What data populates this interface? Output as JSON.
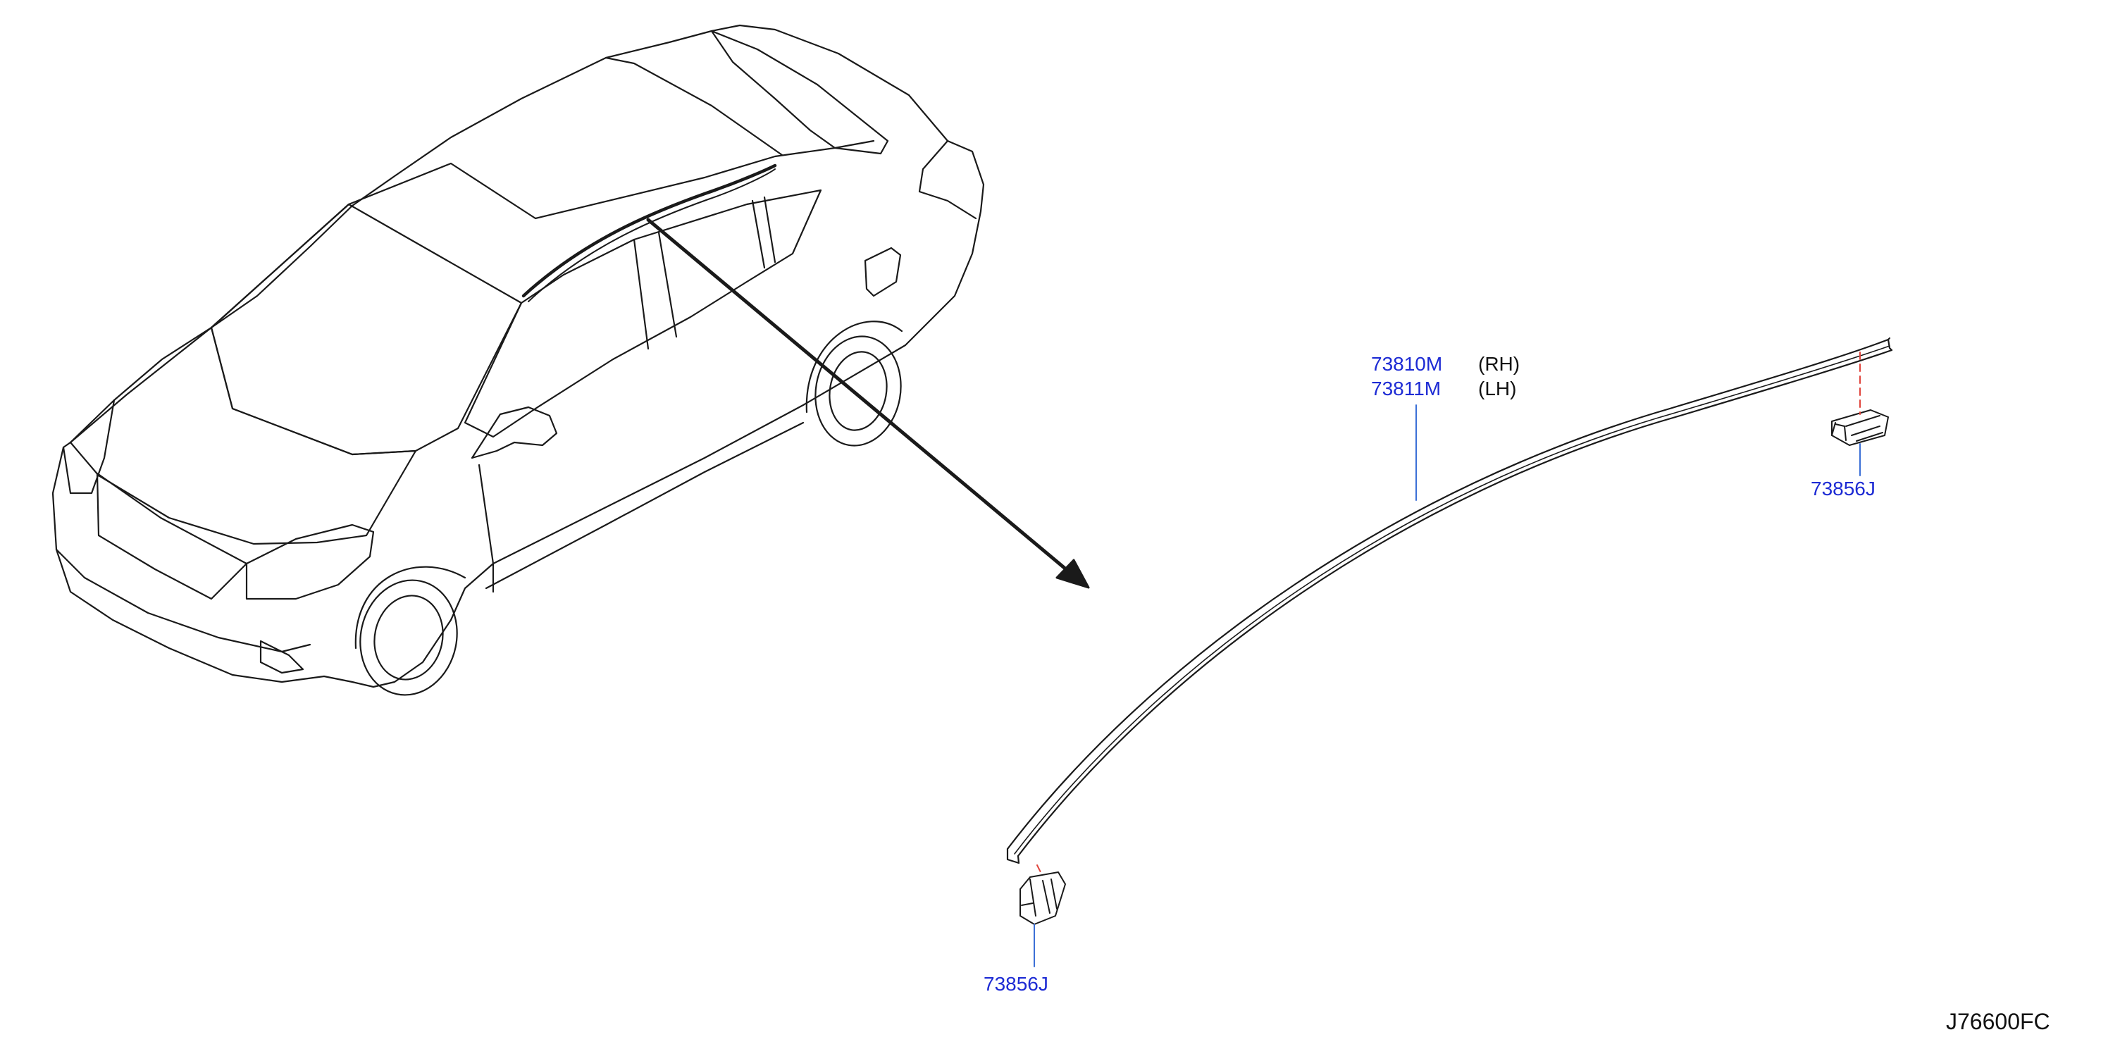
{
  "diagram": {
    "callouts": {
      "molding_rh_part": "73810M",
      "molding_rh_side": "(RH)",
      "molding_lh_part": "73811M",
      "molding_lh_side": "(LH)",
      "clip_rear_part": "73856J",
      "clip_front_part": "73856J"
    },
    "figure_code": "J76600FC",
    "colors": {
      "outline": "#1a1a1a",
      "part_number": "#1d2bd4",
      "leader_line": "#3b6fd6",
      "dashed_alignment": "#e0443c"
    }
  }
}
